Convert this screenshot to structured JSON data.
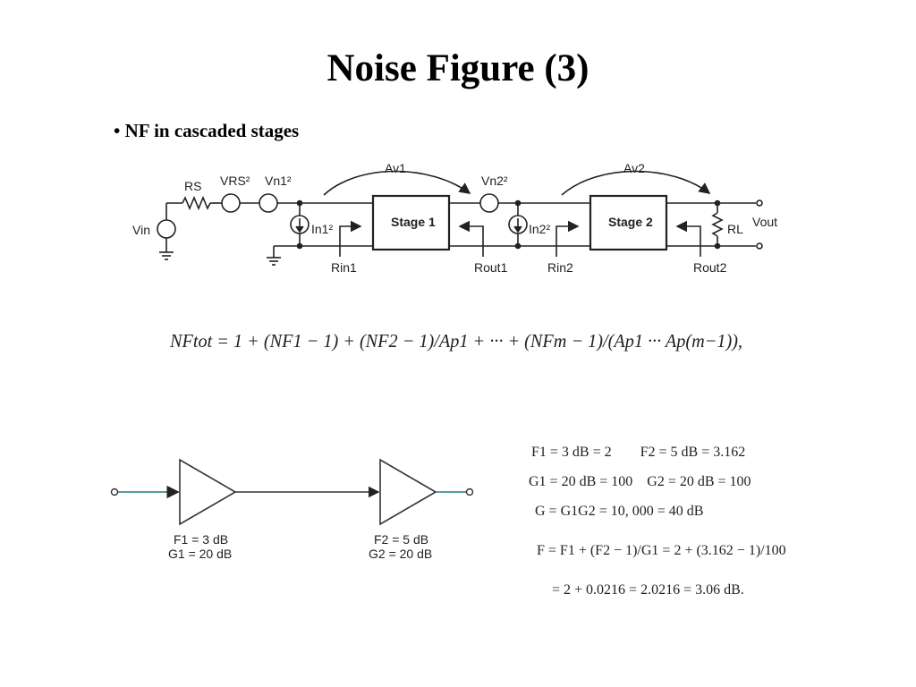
{
  "title": "Noise Figure (3)",
  "bullet": "• NF in cascaded stages",
  "circuit": {
    "rs": "RS",
    "vrs": "VRS²",
    "vn1": "Vn1²",
    "vn2": "Vn2²",
    "in1": "In1²",
    "in2": "In2²",
    "av1": "Av1",
    "av2": "Av2",
    "stage1": "Stage 1",
    "stage2": "Stage 2",
    "vin": "Vin",
    "rl": "RL",
    "vout": "Vout",
    "rin1": "Rin1",
    "rout1": "Rout1",
    "rin2": "Rin2",
    "rout2": "Rout2"
  },
  "formula": "NFtot = 1 + (NF1 − 1) + (NF2 − 1)/Ap1 + ··· + (NFm − 1)/(Ap1 ··· Ap(m−1)),",
  "amps": [
    {
      "f": "F1 = 3 dB",
      "g": "G1 = 20 dB"
    },
    {
      "f": "F2 = 5 dB",
      "g": "G2 = 20 dB"
    }
  ],
  "example": {
    "line1": "F1 = 3 dB = 2        F2 = 5 dB = 3.162",
    "line2": "G1 = 20 dB = 100    G2 = 20 dB = 100",
    "line3": "G = G1G2 = 10, 000 = 40 dB",
    "line4": "F = F1 + (F2 − 1)/G1 = 2 + (3.162 − 1)/100",
    "line5": "= 2 + 0.0216 = 2.0216 = 3.06 dB."
  },
  "colors": {
    "wire_teal": "#3f8f8f",
    "ink": "#222222"
  }
}
